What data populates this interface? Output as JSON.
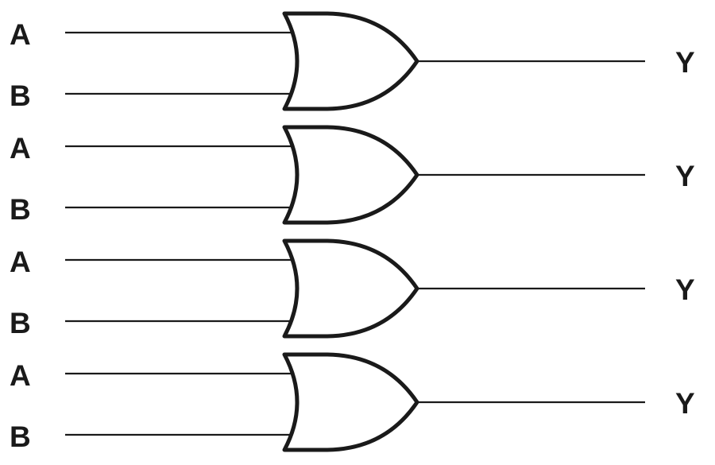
{
  "gates": [
    {
      "type": "OR",
      "input_a": "A",
      "input_b": "B",
      "output": "Y"
    },
    {
      "type": "OR",
      "input_a": "A",
      "input_b": "B",
      "output": "Y"
    },
    {
      "type": "OR",
      "input_a": "A",
      "input_b": "B",
      "output": "Y"
    },
    {
      "type": "OR",
      "input_a": "A",
      "input_b": "B",
      "output": "Y"
    }
  ]
}
